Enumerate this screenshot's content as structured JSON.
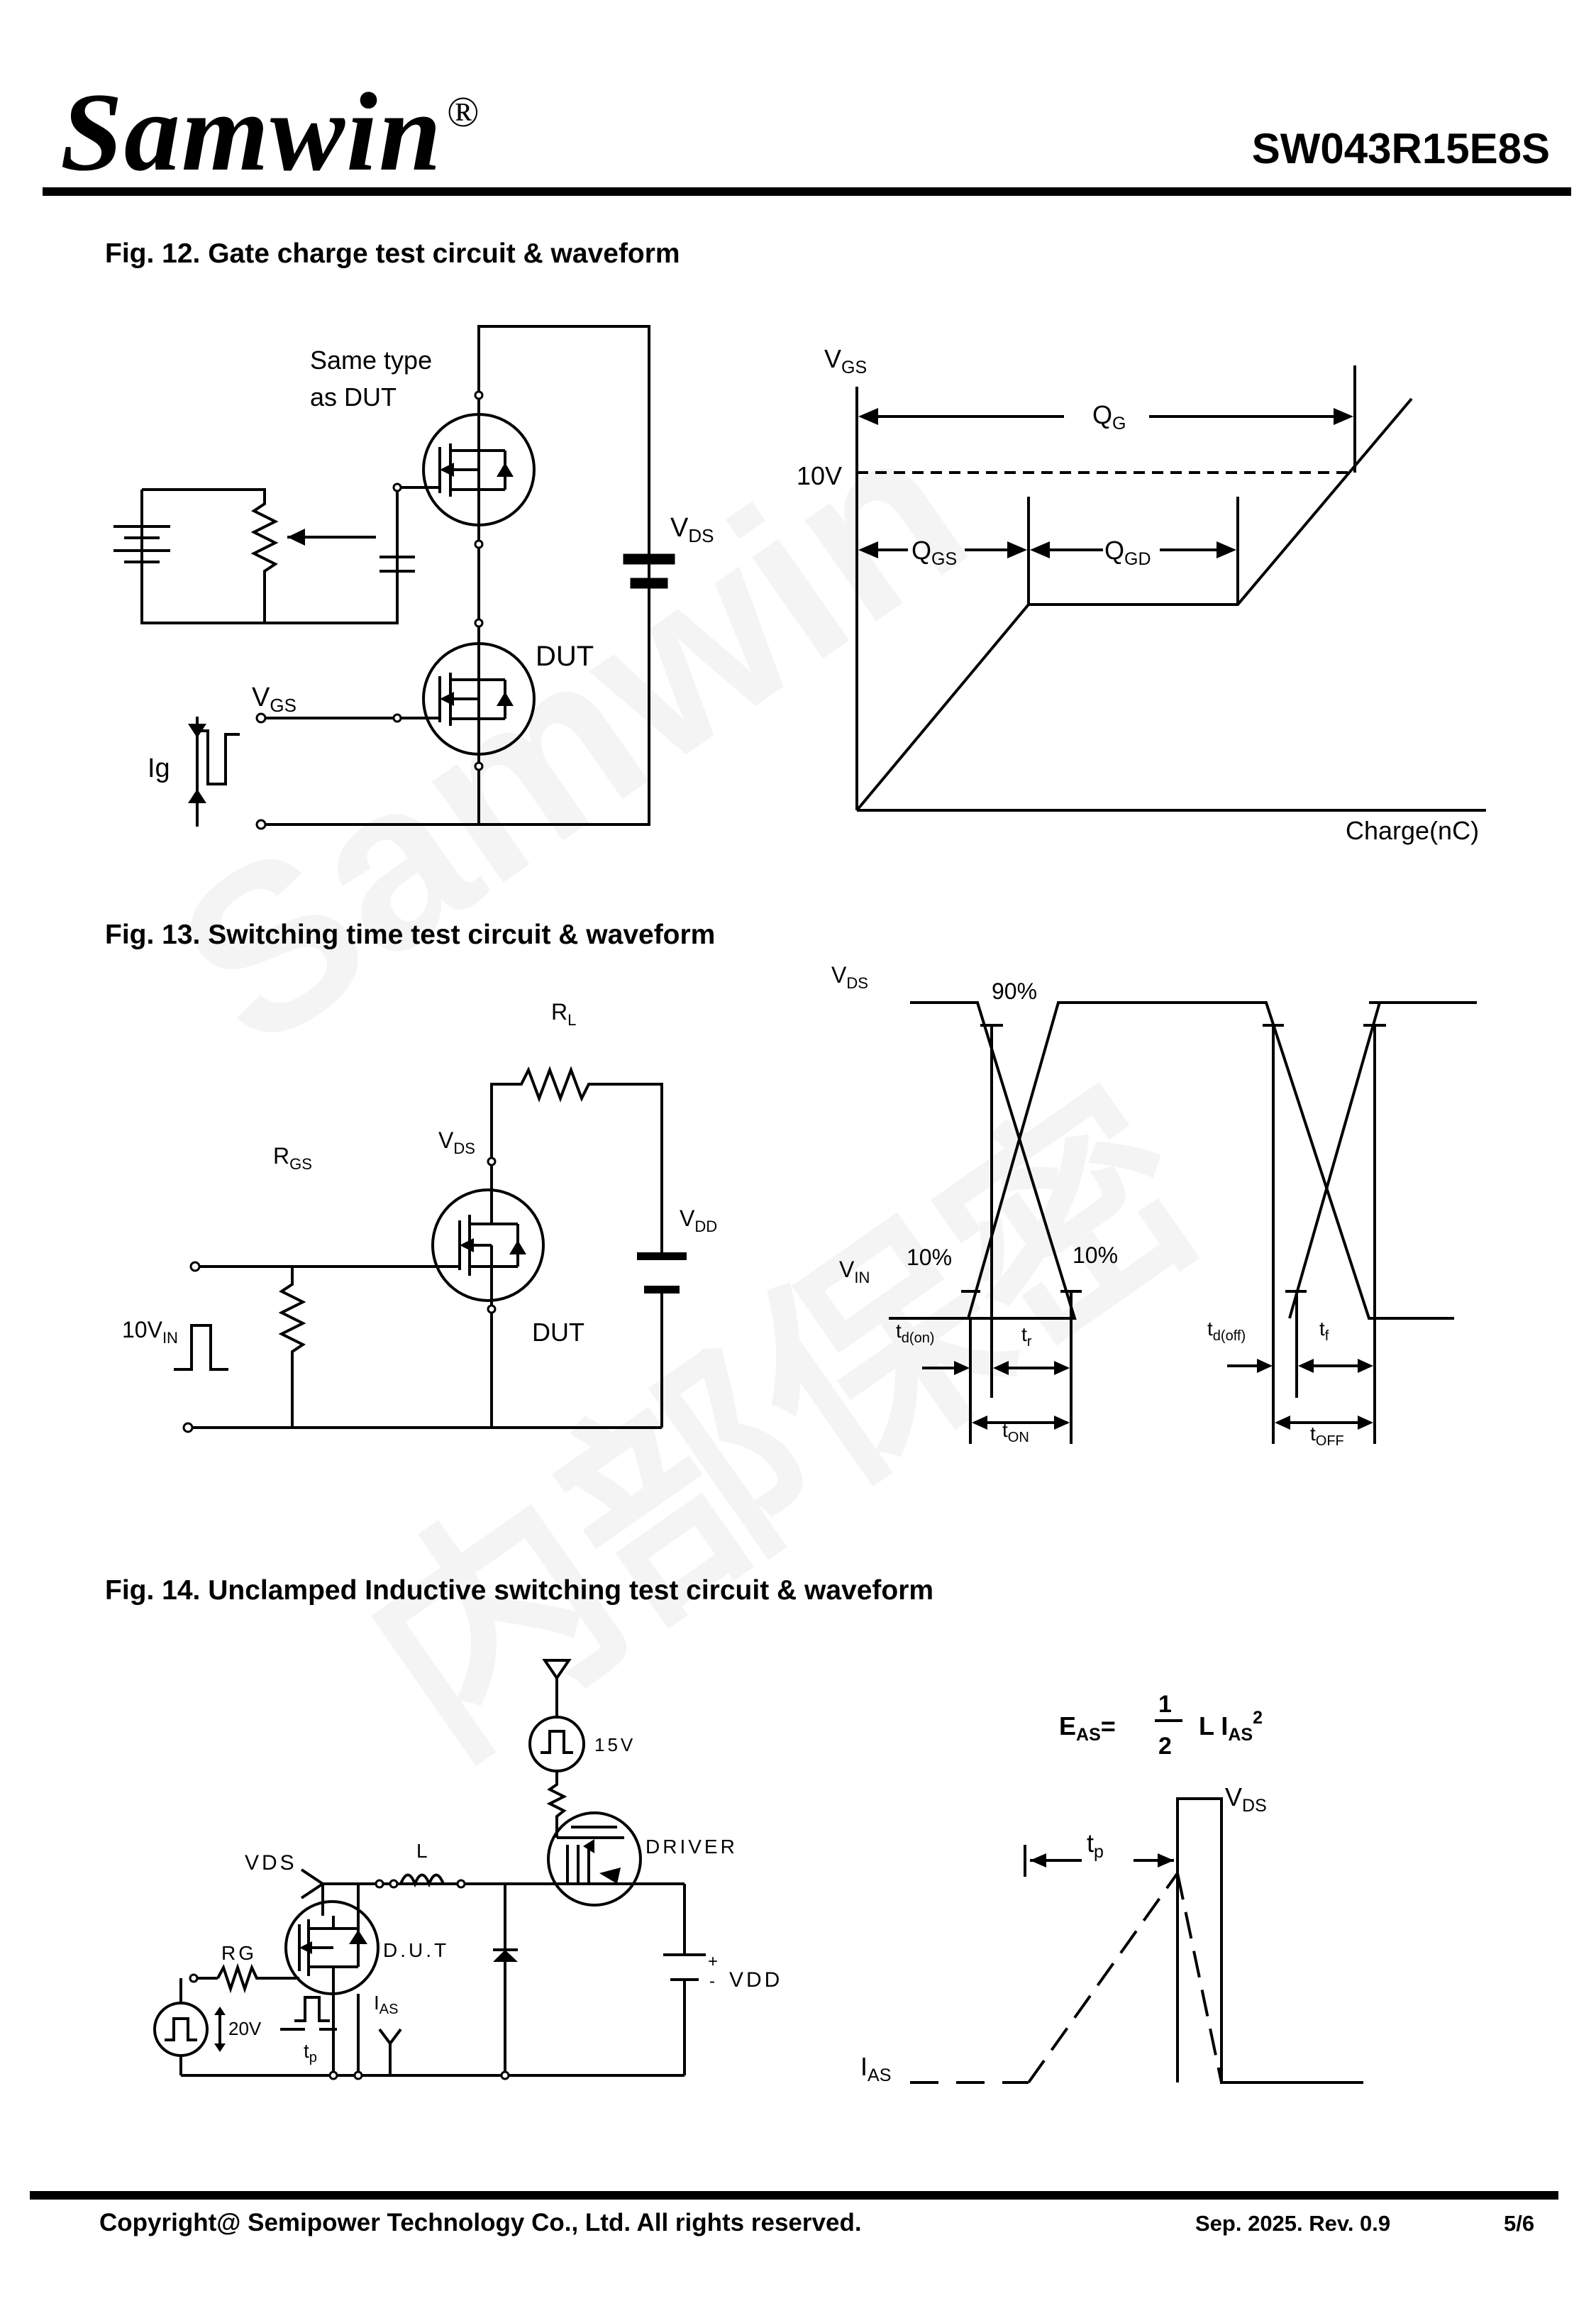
{
  "header": {
    "logo": "Samwin",
    "logo_mark": "®",
    "part_number": "SW043R15E8S"
  },
  "fig12": {
    "title": "Fig. 12. Gate charge test circuit & waveform",
    "circuit": {
      "same_type_line1": "Same type",
      "same_type_line2": "as DUT",
      "dut": "DUT",
      "vds": "V",
      "vds_sub": "DS",
      "vgs": "V",
      "vgs_sub": "GS",
      "ig": "Ig"
    },
    "waveform": {
      "y_axis": "V",
      "y_axis_sub": "GS",
      "x_axis": "Charge(nC)",
      "level": "10V",
      "qg": "Q",
      "qg_sub": "G",
      "qgs": "Q",
      "qgs_sub": "GS",
      "qgd": "Q",
      "qgd_sub": "GD"
    }
  },
  "fig13": {
    "title": "Fig. 13. Switching time test circuit & waveform",
    "circuit": {
      "rl": "R",
      "rl_sub": "L",
      "rgs": "R",
      "rgs_sub": "GS",
      "vds": "V",
      "vds_sub": "DS",
      "vdd": "V",
      "vdd_sub": "DD",
      "dut": "DUT",
      "vin": "10V",
      "vin_sub": "IN"
    },
    "waveform": {
      "vds": "V",
      "vds_sub": "DS",
      "vin": "V",
      "vin_sub": "IN",
      "p90": "90%",
      "p10_left": "10%",
      "p10_right": "10%",
      "tdon": "t",
      "tdon_sub": "d(on)",
      "tr": "t",
      "tr_sub": "r",
      "tdoff": "t",
      "tdoff_sub": "d(off)",
      "tf": "t",
      "tf_sub": "f",
      "ton": "t",
      "ton_sub": "ON",
      "toff": "t",
      "toff_sub": "OFF"
    }
  },
  "fig14": {
    "title": "Fig. 14. Unclamped Inductive switching test circuit & waveform",
    "circuit": {
      "v15": "15V",
      "driver": "DRIVER",
      "vds": "VDS",
      "l": "L",
      "dut": "D.U.T",
      "rg": "RG",
      "v20": "20V",
      "tp": "t",
      "tp_sub": "p",
      "ias": "I",
      "ias_sub": "AS",
      "vdd": "VDD",
      "plus": "+",
      "minus": "-"
    },
    "waveform": {
      "eas": "E",
      "eas_sub": "AS",
      "eq": "=",
      "num": "1",
      "den": "2",
      "l": "L I",
      "ias_sub": "AS",
      "sq": "2",
      "vds": "V",
      "vds_sub": "DS",
      "tp": "t",
      "tp_sub": "p",
      "ias": "I",
      "ias_sub2": "AS"
    }
  },
  "watermark": {
    "line1": "Samwin",
    "line2": "内部保密"
  },
  "footer": {
    "copyright": "Copyright@ Semipower Technology Co., Ltd. All rights reserved.",
    "revision": "Sep. 2025. Rev. 0.9",
    "page": "5/6"
  }
}
